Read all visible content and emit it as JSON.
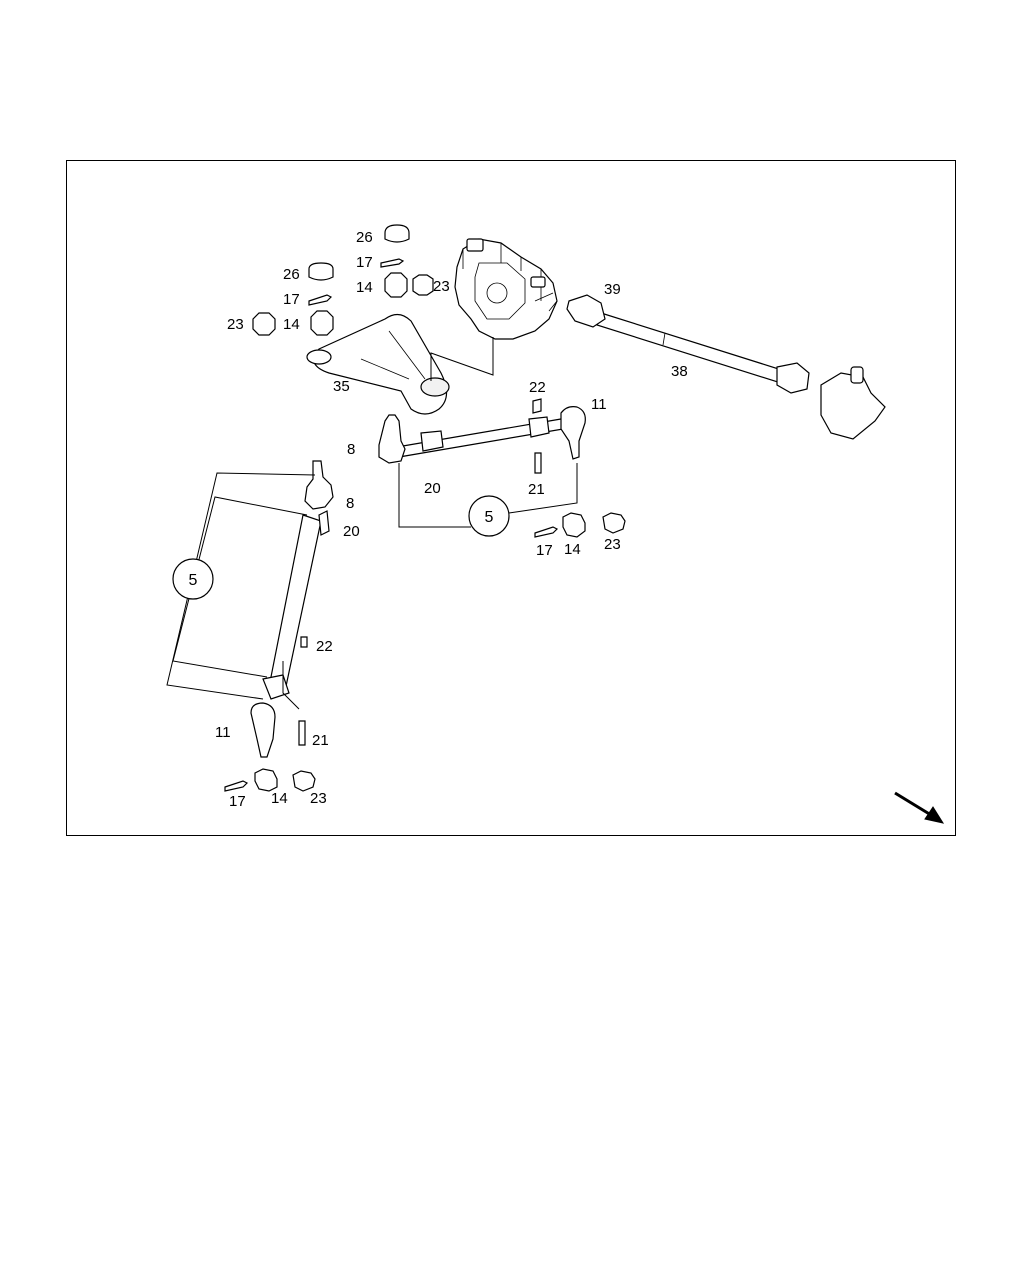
{
  "diagram": {
    "labels": [
      {
        "id": "l26a",
        "text": "26"
      },
      {
        "id": "l17a",
        "text": "17"
      },
      {
        "id": "l14a",
        "text": "14"
      },
      {
        "id": "l23a",
        "text": "23"
      },
      {
        "id": "l26b",
        "text": "26"
      },
      {
        "id": "l17b",
        "text": "17"
      },
      {
        "id": "l23b",
        "text": "23"
      },
      {
        "id": "l14b",
        "text": "14"
      },
      {
        "id": "l35",
        "text": "35"
      },
      {
        "id": "l39",
        "text": "39"
      },
      {
        "id": "l38",
        "text": "38"
      },
      {
        "id": "l22a",
        "text": "22"
      },
      {
        "id": "l11a",
        "text": "11"
      },
      {
        "id": "l8a",
        "text": "8"
      },
      {
        "id": "l20a",
        "text": "20"
      },
      {
        "id": "l21a",
        "text": "21"
      },
      {
        "id": "l17c",
        "text": "17"
      },
      {
        "id": "l14c",
        "text": "14"
      },
      {
        "id": "l23c",
        "text": "23"
      },
      {
        "id": "l8b",
        "text": "8"
      },
      {
        "id": "l20b",
        "text": "20"
      },
      {
        "id": "l22b",
        "text": "22"
      },
      {
        "id": "l11b",
        "text": "11"
      },
      {
        "id": "l21b",
        "text": "21"
      },
      {
        "id": "l17d",
        "text": "17"
      },
      {
        "id": "l14d",
        "text": "14"
      },
      {
        "id": "l23d",
        "text": "23"
      }
    ],
    "callouts": [
      {
        "id": "c5a",
        "text": "5"
      },
      {
        "id": "c5b",
        "text": "5"
      }
    ]
  }
}
